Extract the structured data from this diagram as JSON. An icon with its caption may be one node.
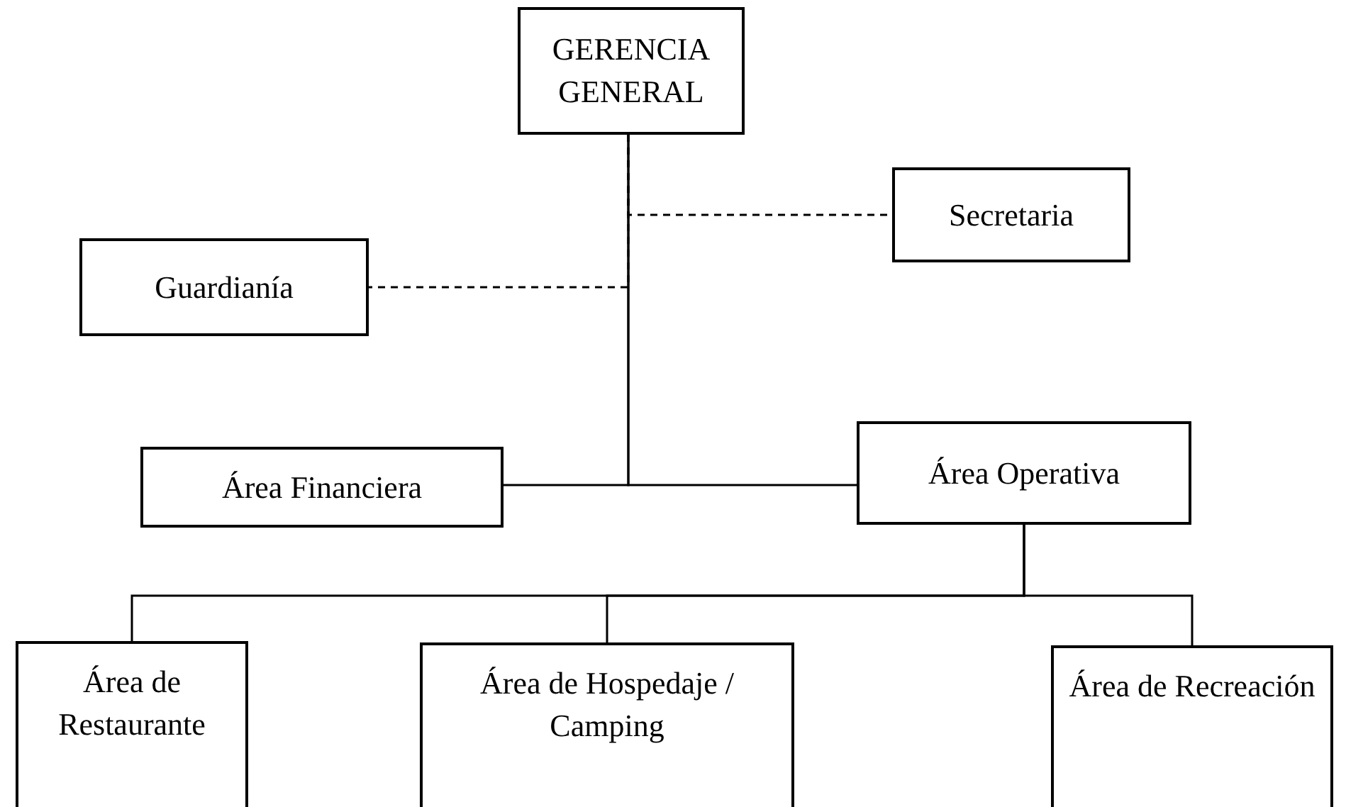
{
  "diagram": {
    "nodes": [
      {
        "text": [
          "GERENCIA GENERAL"
        ]
      },
      {
        "text": [
          "Secretaria"
        ]
      },
      {
        "text": [
          "Guardianía"
        ]
      },
      {
        "text": [
          "Área Financiera"
        ]
      },
      {
        "text": [
          "Área Operativa"
        ]
      },
      {
        "text": [
          "Área de Restaurante"
        ]
      },
      {
        "text": [
          "Área de Hospedaje / Camping"
        ]
      },
      {
        "text": [
          "Área de Recreación"
        ]
      }
    ],
    "edges": [
      {
        "from": 0,
        "to": 3,
        "arrow": "none"
      },
      {
        "from": 0,
        "to": 4,
        "arrow": "none"
      },
      {
        "from": 0,
        "to": 1,
        "arrow": "none",
        "style": "dashed"
      },
      {
        "from": 0,
        "to": 2,
        "arrow": "none",
        "style": "dashed"
      },
      {
        "from": 4,
        "to": 5,
        "arrow": "none"
      },
      {
        "from": 4,
        "to": 6,
        "arrow": "none"
      },
      {
        "from": 4,
        "to": 7,
        "arrow": "none"
      }
    ]
  }
}
